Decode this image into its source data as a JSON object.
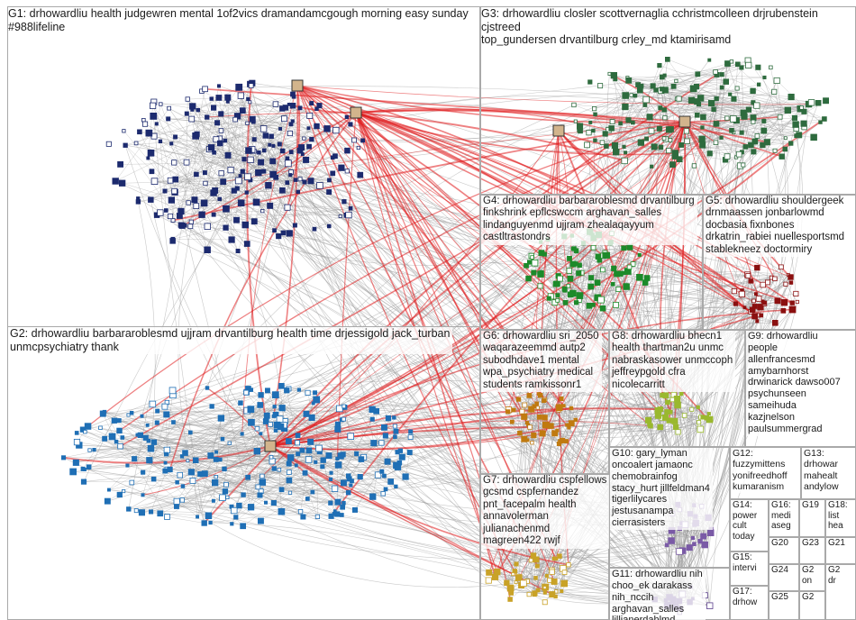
{
  "groups": [
    {
      "id": "G1",
      "label": "G1: drhowardliu health judgewren mental 1of2vics dramandamcgough morning easy sunday\n#988lifeline",
      "color": "#1c2a6e"
    },
    {
      "id": "G2",
      "label": "G2: drhowardliu barbararoblesmd ujjram drvantilburg health time drjessigold jack_turban\nunmcpsychiatry thank",
      "color": "#1f6fb5"
    },
    {
      "id": "G3",
      "label": "G3: drhowardliu closler scottvernaglia cchristmcolleen drjrubenstein cjstreed\ntop_gundersen drvantilburg crley_md ktamirisamd",
      "color": "#2e6b3e"
    },
    {
      "id": "G4",
      "label": "G4: drhowardliu barbararoblesmd drvantilburg\nfinkshrink epflcswccm arghavan_salles\nlindanguyenmd ujjram zhealaqayyum\ncastltrastondrs",
      "color": "#1c8a2a"
    },
    {
      "id": "G5",
      "label": "G5: drhowardliu shouldergeek\ndrnmaassen jonbarlowmd\ndocbasia fixnbones\ndrkatrin_rabiei nuellesportsmd\nstablekneez doctormiry",
      "color": "#8b1010"
    },
    {
      "id": "G6",
      "label": "G6: drhowardliu sri_2050\nwaqarazeemmd autp2\nsubodhdave1 mental\nwpa_psychiatry medical\nstudents ramkissonr1",
      "color": "#c07a10"
    },
    {
      "id": "G7",
      "label": "G7: drhowardliu cspfellows\ngcsmd cspfernandez\npnt_facepalm health\nannavolerman\njulianachenmd\nmagreen422 rwjf",
      "color": "#c9a227"
    },
    {
      "id": "G8",
      "label": "G8: drhowardliu bhecn1\nhealth thartman2u unmc\nnabraskasower unmccoph\njeffreypgold cfra\nnicolecarritt",
      "color": "#9ab82e"
    },
    {
      "id": "G9",
      "label": "G9: drhowardliu\npeople\nallenfrancesmd\namybarnhorst\ndrwinarick dawso007\npsychunseen\nsameihuda\nkazjnelson\npaulsummergrad",
      "color": "#a0a0a0"
    },
    {
      "id": "G10",
      "label": "G10: gary_lyman\noncoalert jamaonc\nchemobrainfog\nstacy_hurt jillfeldman4\ntigerlilycares\njestusanampa\ncierrasisters",
      "color": "#7a5aa6"
    },
    {
      "id": "G11",
      "label": "G11: drhowardliu nih\nchoo_ek darakass\nnih_nccih\narghavan_salles\nlillianerdahlmd",
      "color": "#5a3e8c"
    },
    {
      "id": "G12",
      "label": "G12:\nfuzzymittens\nyonifreedhoff\nkumaranism",
      "color": "#3c3c3c"
    },
    {
      "id": "G13",
      "label": "G13:\ndrhowar\nmahealt\nandylow",
      "color": "#3c3c3c"
    },
    {
      "id": "G14",
      "label": "G14:\npower\ncult\ntoday",
      "color": "#3c3c3c"
    },
    {
      "id": "G15",
      "label": "G15:\nintervi",
      "color": "#3c3c3c"
    },
    {
      "id": "G16",
      "label": "G16:\nmedi\naseg",
      "color": "#3c3c3c"
    },
    {
      "id": "G17",
      "label": "G17:\ndrhow",
      "color": "#3c3c3c"
    },
    {
      "id": "G18",
      "label": "G18:\nlist\nhea",
      "color": "#3c3c3c"
    },
    {
      "id": "G19",
      "label": "G19",
      "color": "#3c3c3c"
    },
    {
      "id": "G20",
      "label": "G20",
      "color": "#3c3c3c"
    },
    {
      "id": "G21",
      "label": "G21",
      "color": "#3c3c3c"
    },
    {
      "id": "G22",
      "label": "G2\non",
      "color": "#3c3c3c"
    },
    {
      "id": "G23",
      "label": "G23",
      "color": "#3c3c3c"
    },
    {
      "id": "G24",
      "label": "G24",
      "color": "#3c3c3c"
    },
    {
      "id": "G25",
      "label": "G25",
      "color": "#3c3c3c"
    },
    {
      "id": "G26",
      "label": "G2",
      "color": "#3c3c3c"
    },
    {
      "id": "G27",
      "label": "G2\ndr",
      "color": "#3c3c3c"
    }
  ],
  "colors": {
    "edge": "#9a9a9a",
    "highlight_edge": "#e0191b",
    "panel_border": "#a9a9a9",
    "background": "#ffffff"
  }
}
